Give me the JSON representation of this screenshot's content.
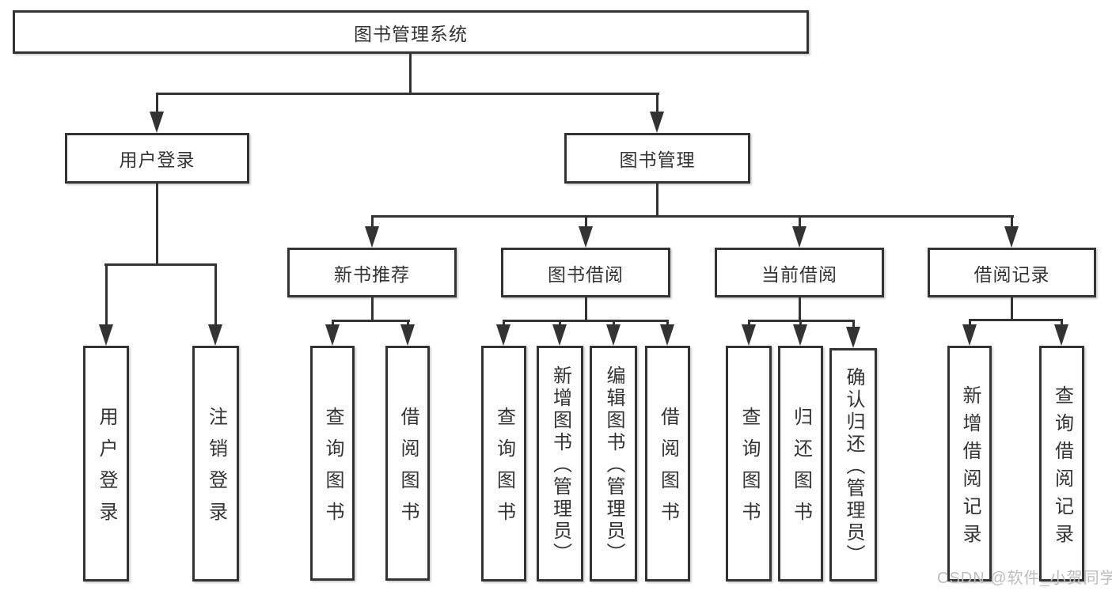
{
  "nodes": {
    "root": {
      "label": "图书管理系统"
    },
    "user_login": {
      "label": "用户登录"
    },
    "book_management": {
      "label": "图书管理"
    },
    "new_book_recommend": {
      "label": "新书推荐"
    },
    "book_borrow": {
      "label": "图书借阅"
    },
    "current_borrow": {
      "label": "当前借阅"
    },
    "borrow_records": {
      "label": "借阅记录"
    }
  },
  "leaves": {
    "user_login": [
      "用户登录",
      "注销登录"
    ],
    "new_book_recommend": [
      "查询图书",
      "借阅图书"
    ],
    "book_borrow": [
      "查询图书",
      "新增图书（管理员）",
      "编辑图书（管理员）",
      "借阅图书"
    ],
    "current_borrow": [
      "查询图书",
      "归还图书",
      "确认归还（管理员）"
    ],
    "borrow_records": [
      "新增借阅记录",
      "查询借阅记录"
    ]
  },
  "watermark": {
    "text": "CSDN @软件_小贺同学"
  },
  "colors": {
    "line": "#333333",
    "text": "#333333",
    "watermark": "#bdbdbd",
    "background": "#ffffff"
  }
}
